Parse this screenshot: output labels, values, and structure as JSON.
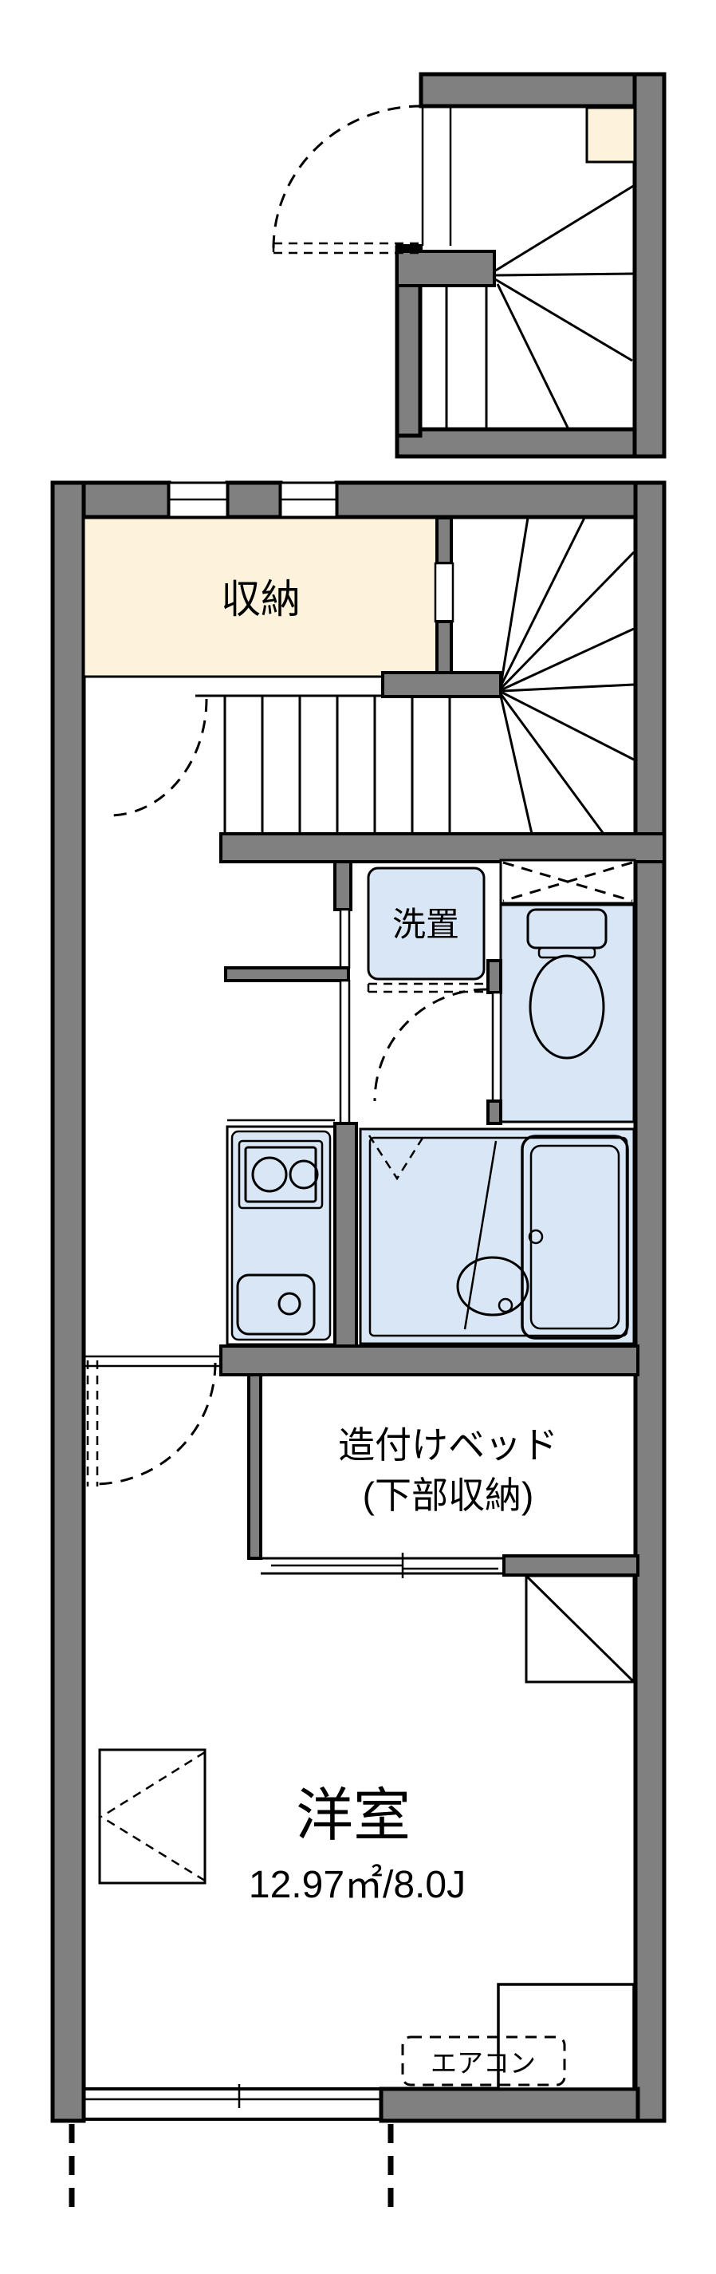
{
  "plan": {
    "type": "apartment-floorplan",
    "levels": [
      "entry-stair-level",
      "main-level"
    ]
  },
  "colors": {
    "wall": "#808080",
    "storage": "#fdf3dd",
    "wet": "#d9e6f6",
    "line": "#000000",
    "background": "#ffffff"
  },
  "labels": {
    "storage": "収納",
    "laundry": "洗置",
    "built_in_bed_line1": "造付けベッド",
    "built_in_bed_line2": "(下部収納)",
    "room_name": "洋室",
    "room_area": "12.97㎡/8.0J",
    "aircon": "エアコン"
  }
}
